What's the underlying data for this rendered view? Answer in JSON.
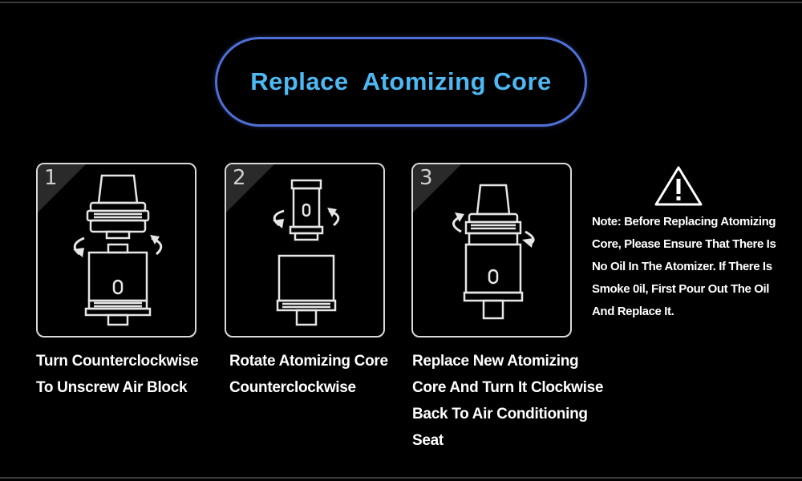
{
  "title": "Replace  Atomizing Core",
  "steps": [
    {
      "number": "1",
      "caption_lines": [
        "Turn Counterclockwise",
        "To Unscrew  Air Block"
      ]
    },
    {
      "number": "2",
      "caption_lines": [
        "Rotate Atomizing Core",
        "Counterclockwise"
      ]
    },
    {
      "number": "3",
      "caption_lines": [
        "Replace New Atomizing",
        "Core And Turn It Clockwise",
        "Back To Air Conditioning",
        "Seat"
      ]
    }
  ],
  "note": {
    "icon": "warning-triangle-icon",
    "lines": [
      "Note: Before Replacing Atomizing",
      "Core, Please Ensure That There Is",
      "No Oil In The Atomizer. If There Is",
      "Smoke 0il, First Pour Out The Oil",
      "And Replace It."
    ]
  },
  "colors": {
    "title_text": "#4db8f2",
    "title_border": "#4f6fd6",
    "background": "#000000",
    "text": "#ffffff"
  }
}
